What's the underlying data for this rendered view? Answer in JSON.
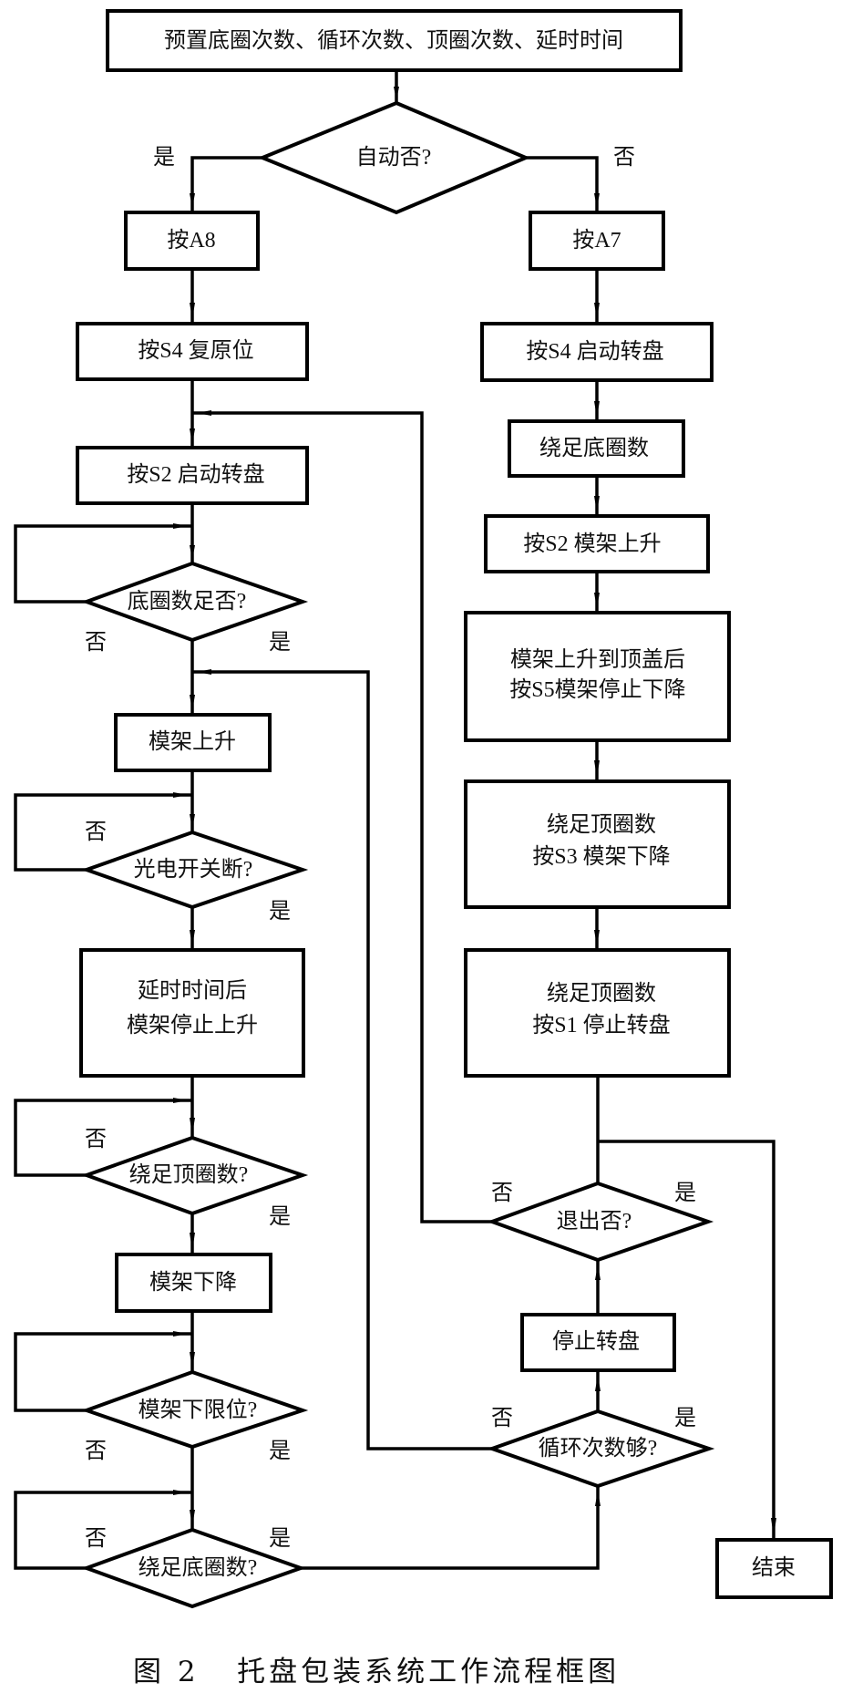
{
  "diagram": {
    "caption": "图 2   托盘包装系统工作流程框图",
    "nodes": {
      "preset": "预置底圈次数、循环次数、顶圈次数、延时时间",
      "auto_decision": "自动否?",
      "press_a8": "按A8",
      "press_a7": "按A7",
      "s4_reset": "按S4 复原位",
      "s2_start_turntable": "按S2 启动转盘",
      "bottom_count_decision": "底圈数足否?",
      "frame_raise": "模架上升",
      "photo_switch_decision": "光电开关断?",
      "delay_stop_raise_line1": "延时时间后",
      "delay_stop_raise_line2": "模架停止上升",
      "top_count_decision": "绕足顶圈数?",
      "frame_lower": "模架下降",
      "lower_limit_decision": "模架下限位?",
      "bottom_wound_decision": "绕足底圈数?",
      "s4_start_turntable": "按S4 启动转盘",
      "wind_bottom": "绕足底圈数",
      "s2_frame_raise": "按S2 模架上升",
      "s5_stop_line1": "模架上升到顶盖后",
      "s5_stop_line2": "按S5模架停止下降",
      "s3_lower_line1": "绕足顶圈数",
      "s3_lower_line2": "按S3   模架下降",
      "s1_stop_line1": "绕足顶圈数",
      "s1_stop_line2": "按S1   停止转盘",
      "exit_decision": "退出否?",
      "stop_turntable": "停止转盘",
      "cycle_decision": "循环次数够?",
      "end": "结束"
    },
    "labels": {
      "yes": "是",
      "no": "否"
    }
  }
}
